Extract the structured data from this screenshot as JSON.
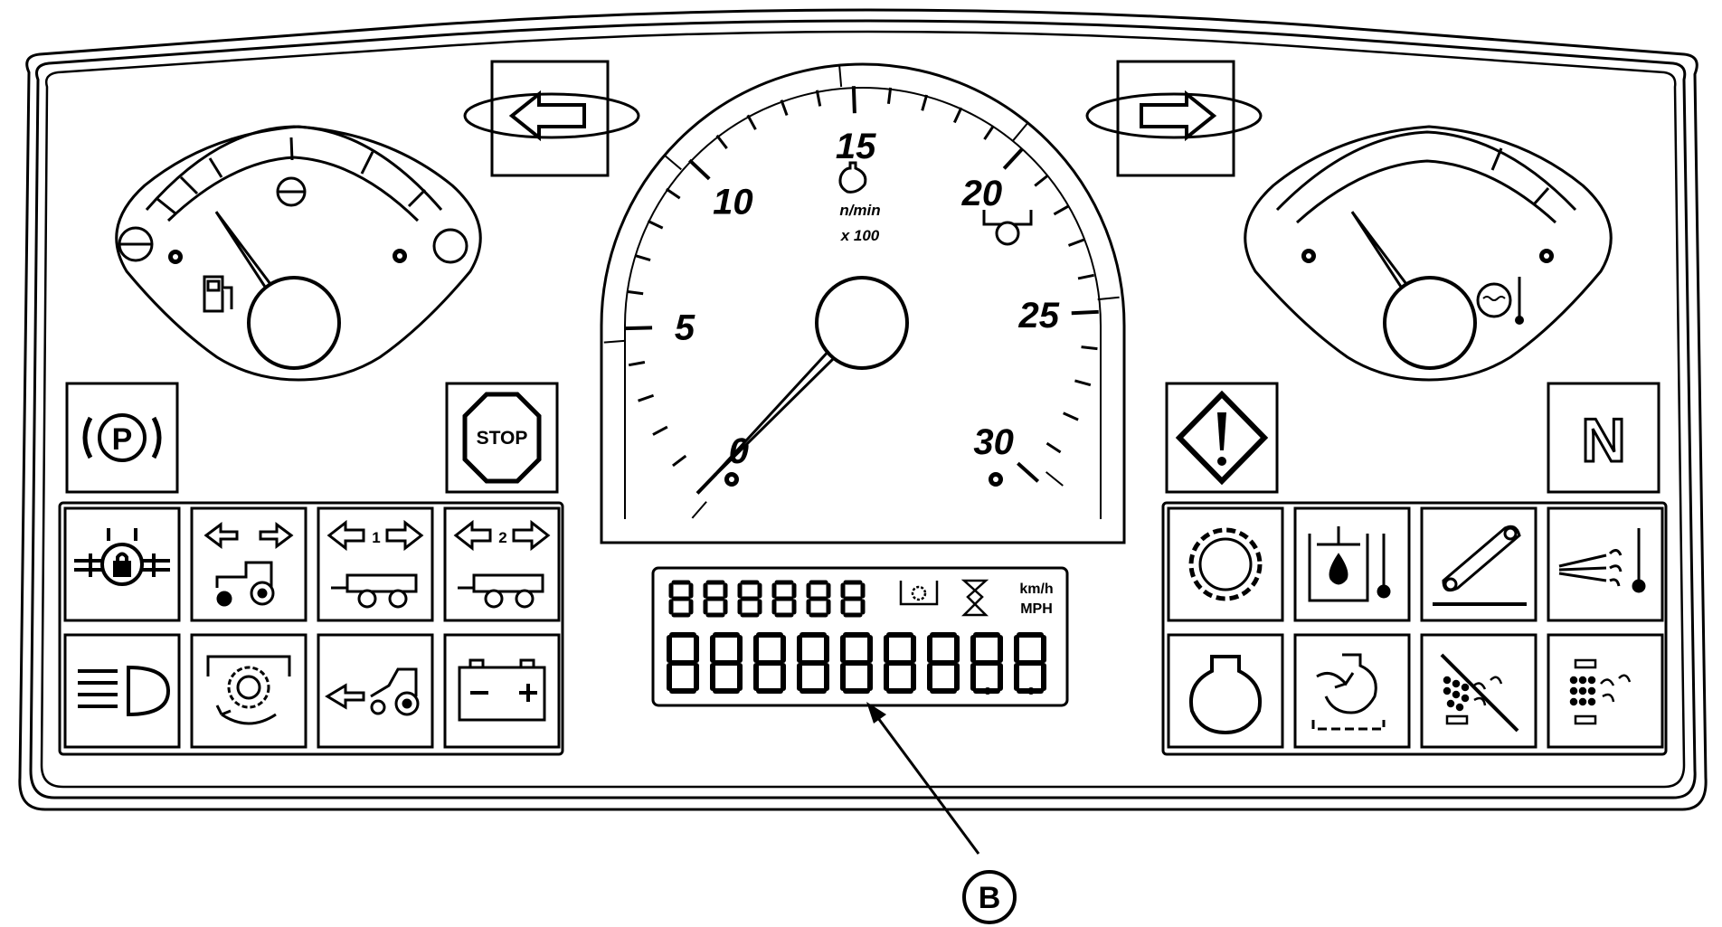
{
  "tachometer": {
    "tick_labels": [
      "0",
      "5",
      "10",
      "15",
      "20",
      "25",
      "30"
    ],
    "unit": "n/min",
    "multiplier": "x 100",
    "needle_value": 0
  },
  "fuel_gauge": {
    "needle_level": 0
  },
  "temp_gauge": {
    "needle_level": 0
  },
  "stop_label": "STOP",
  "parking_label": "P",
  "neutral_label": "N",
  "lcd": {
    "top_unit_1": "km/h",
    "top_unit_2": "MPH"
  },
  "pto_indicators": {
    "one": "1",
    "two": "2"
  },
  "callout": {
    "label": "B"
  },
  "colors": {
    "line": "#000000",
    "background": "#ffffff"
  }
}
